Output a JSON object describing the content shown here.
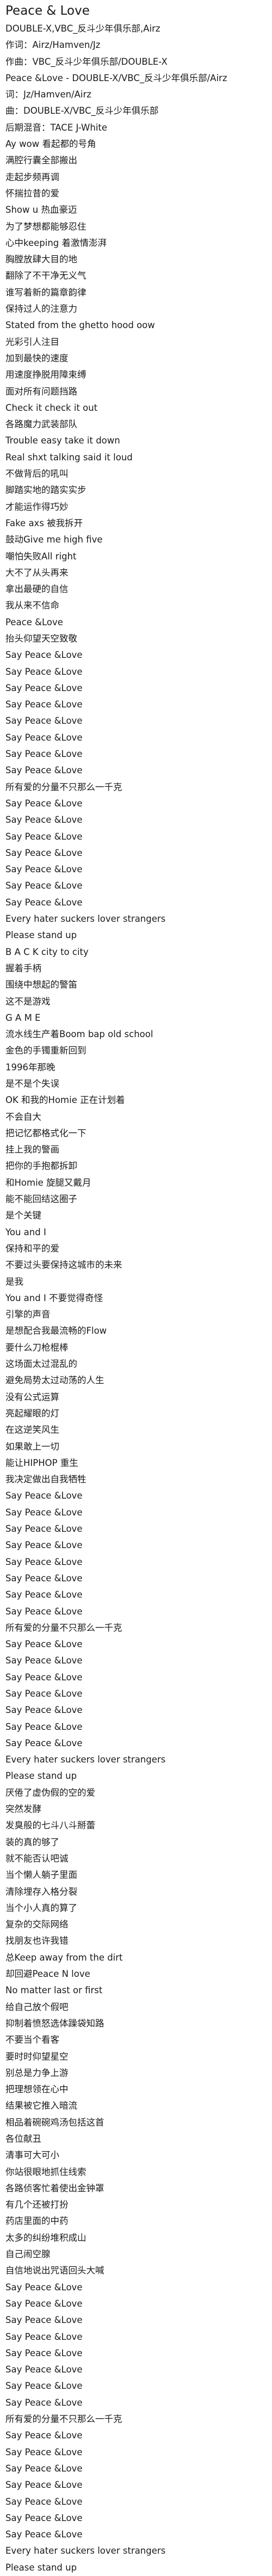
{
  "title": "Peace & Love",
  "lines": [
    "DOUBLE-X,VBC_反斗少年俱乐部,Airz",
    "作词：Airz/Hamven/Jz",
    "作曲：VBC_反斗少年俱乐部/DOUBLE-X",
    "Peace &Love - DOUBLE-X/VBC_反斗少年俱乐部/Airz",
    "词：Jz/Hamven/Airz",
    "曲：DOUBLE-X/VBC_反斗少年俱乐部",
    "后期混音：TACE J-White",
    "Ay wow 看起都的号角",
    "满腔行囊全部搬出",
    "走起步频再调",
    "怀揣拉昔的爱",
    "Show u 热血豪迈",
    "为了梦想都能够忍住",
    "心中keeping 着激情澎湃",
    "胸膛放肆大目的地",
    "翻除了不干净无义气",
    "谁写着新的篇章韵律",
    "保持过人的注意力",
    "Stated from the ghetto hood oow",
    "光彩引人注目",
    "加到最快的速度",
    "用速度挣脱用障束缚",
    "面对所有问题挡路",
    "Check it check it out",
    "各路魔力武装部队",
    "Trouble easy take it down",
    "Real shxt talking said it loud",
    "不做背后的吼叫",
    "脚踏实地的踏实实步",
    "才能运作得巧妙",
    "Fake axs 被我拆开",
    "鼓动Give me high five",
    "嘲怕失败All right",
    "大不了从头再来",
    "拿出最硬的自信",
    "我从来不信命",
    "Peace &Love",
    "抬头仰望天空致敬",
    "Say Peace &Love",
    "Say Peace &Love",
    "Say Peace &Love",
    "Say Peace &Love",
    "Say Peace &Love",
    "Say Peace &Love",
    "Say Peace &Love",
    "Say Peace &Love",
    "所有爱的分量不只那么一千克",
    "Say Peace &Love",
    "Say Peace &Love",
    "Say Peace &Love",
    "Say Peace &Love",
    "Say Peace &Love",
    "Say Peace &Love",
    "Say Peace &Love",
    "Every hater suckers lover strangers",
    "Please stand up",
    "B A C K city to city",
    "握着手柄",
    "围绕中想起的警笛",
    "这不是游戏",
    "G A M E",
    "流水线生产着Boom bap old school",
    "金色的手镯重新回到",
    "1996年那晚",
    "是不是个失误",
    "OK 和我的Homie 正在计划着",
    "不会自大",
    "把记忆都格式化一下",
    "挂上我的警画",
    "把你的手抱都拆卸",
    "和Homie 旋腿又戴月",
    "能不能回结这圈子",
    "是个关键",
    "You and I",
    "保持和平的爱",
    "不要过头要保持这城市的未来",
    "是我",
    "You and I 不要觉得奇怪",
    "引擎的声音",
    "是想配合我最流畅的Flow",
    "要什么刀枪棍棒",
    "这场面太过混乱的",
    "避免局势太过动荡的人生",
    "没有公式运算",
    "亮起耀眼的灯",
    "在这逆笑风生",
    "如果敢上一切",
    "能让HIPHOP 重生",
    "我决定做出自我牺牲",
    "Say Peace &Love",
    "Say Peace &Love",
    "Say Peace &Love",
    "Say Peace &Love",
    "Say Peace &Love",
    "Say Peace &Love",
    "Say Peace &Love",
    "Say Peace &Love",
    "所有爱的分量不只那么一千克",
    "Say Peace &Love",
    "Say Peace &Love",
    "Say Peace &Love",
    "Say Peace &Love",
    "Say Peace &Love",
    "Say Peace &Love",
    "Say Peace &Love",
    "Every hater suckers lover strangers",
    "Please stand up",
    "厌倦了虚伪假的空的爱",
    "突然发酵",
    "发臭般的七斗八斗掰蕾",
    "装的真的够了",
    "就不能否认吧诚",
    "当个懒人躺子里面",
    "清除埋存入格分裂",
    "当个小人真的算了",
    "复杂的交际网络",
    "找朋友也许我错",
    "总Keep away from the dirt",
    "却回避Peace N love",
    "No matter last or first",
    "给自己放个假吧",
    "抑制着愤怒选体躁袋知路",
    "不要当个看客",
    "要时时仰望星空",
    "别总是力争上游",
    "把理想领在心中",
    "结果被它推入暗流",
    "相品着碗碗鸡汤包括这首",
    "各位献丑",
    "清事可大可小",
    "你站很眼地抓住线索",
    "各路侦客忙着使出金钟罩",
    "有几个还被打扮",
    "药店里面的中药",
    "太多的纠纷堆积成山",
    "自己闹空腺",
    "自信地说出咒语回头大喊",
    "Say Peace &Love",
    "Say Peace &Love",
    "Say Peace &Love",
    "Say Peace &Love",
    "Say Peace &Love",
    "Say Peace &Love",
    "Say Peace &Love",
    "Say Peace &Love",
    "所有爱的分量不只那么一千克",
    "Say Peace &Love",
    "Say Peace &Love",
    "Say Peace &Love",
    "Say Peace &Love",
    "Say Peace &Love",
    "Say Peace &Love",
    "Say Peace &Love",
    "Every hater suckers lover strangers",
    "Please stand up"
  ]
}
